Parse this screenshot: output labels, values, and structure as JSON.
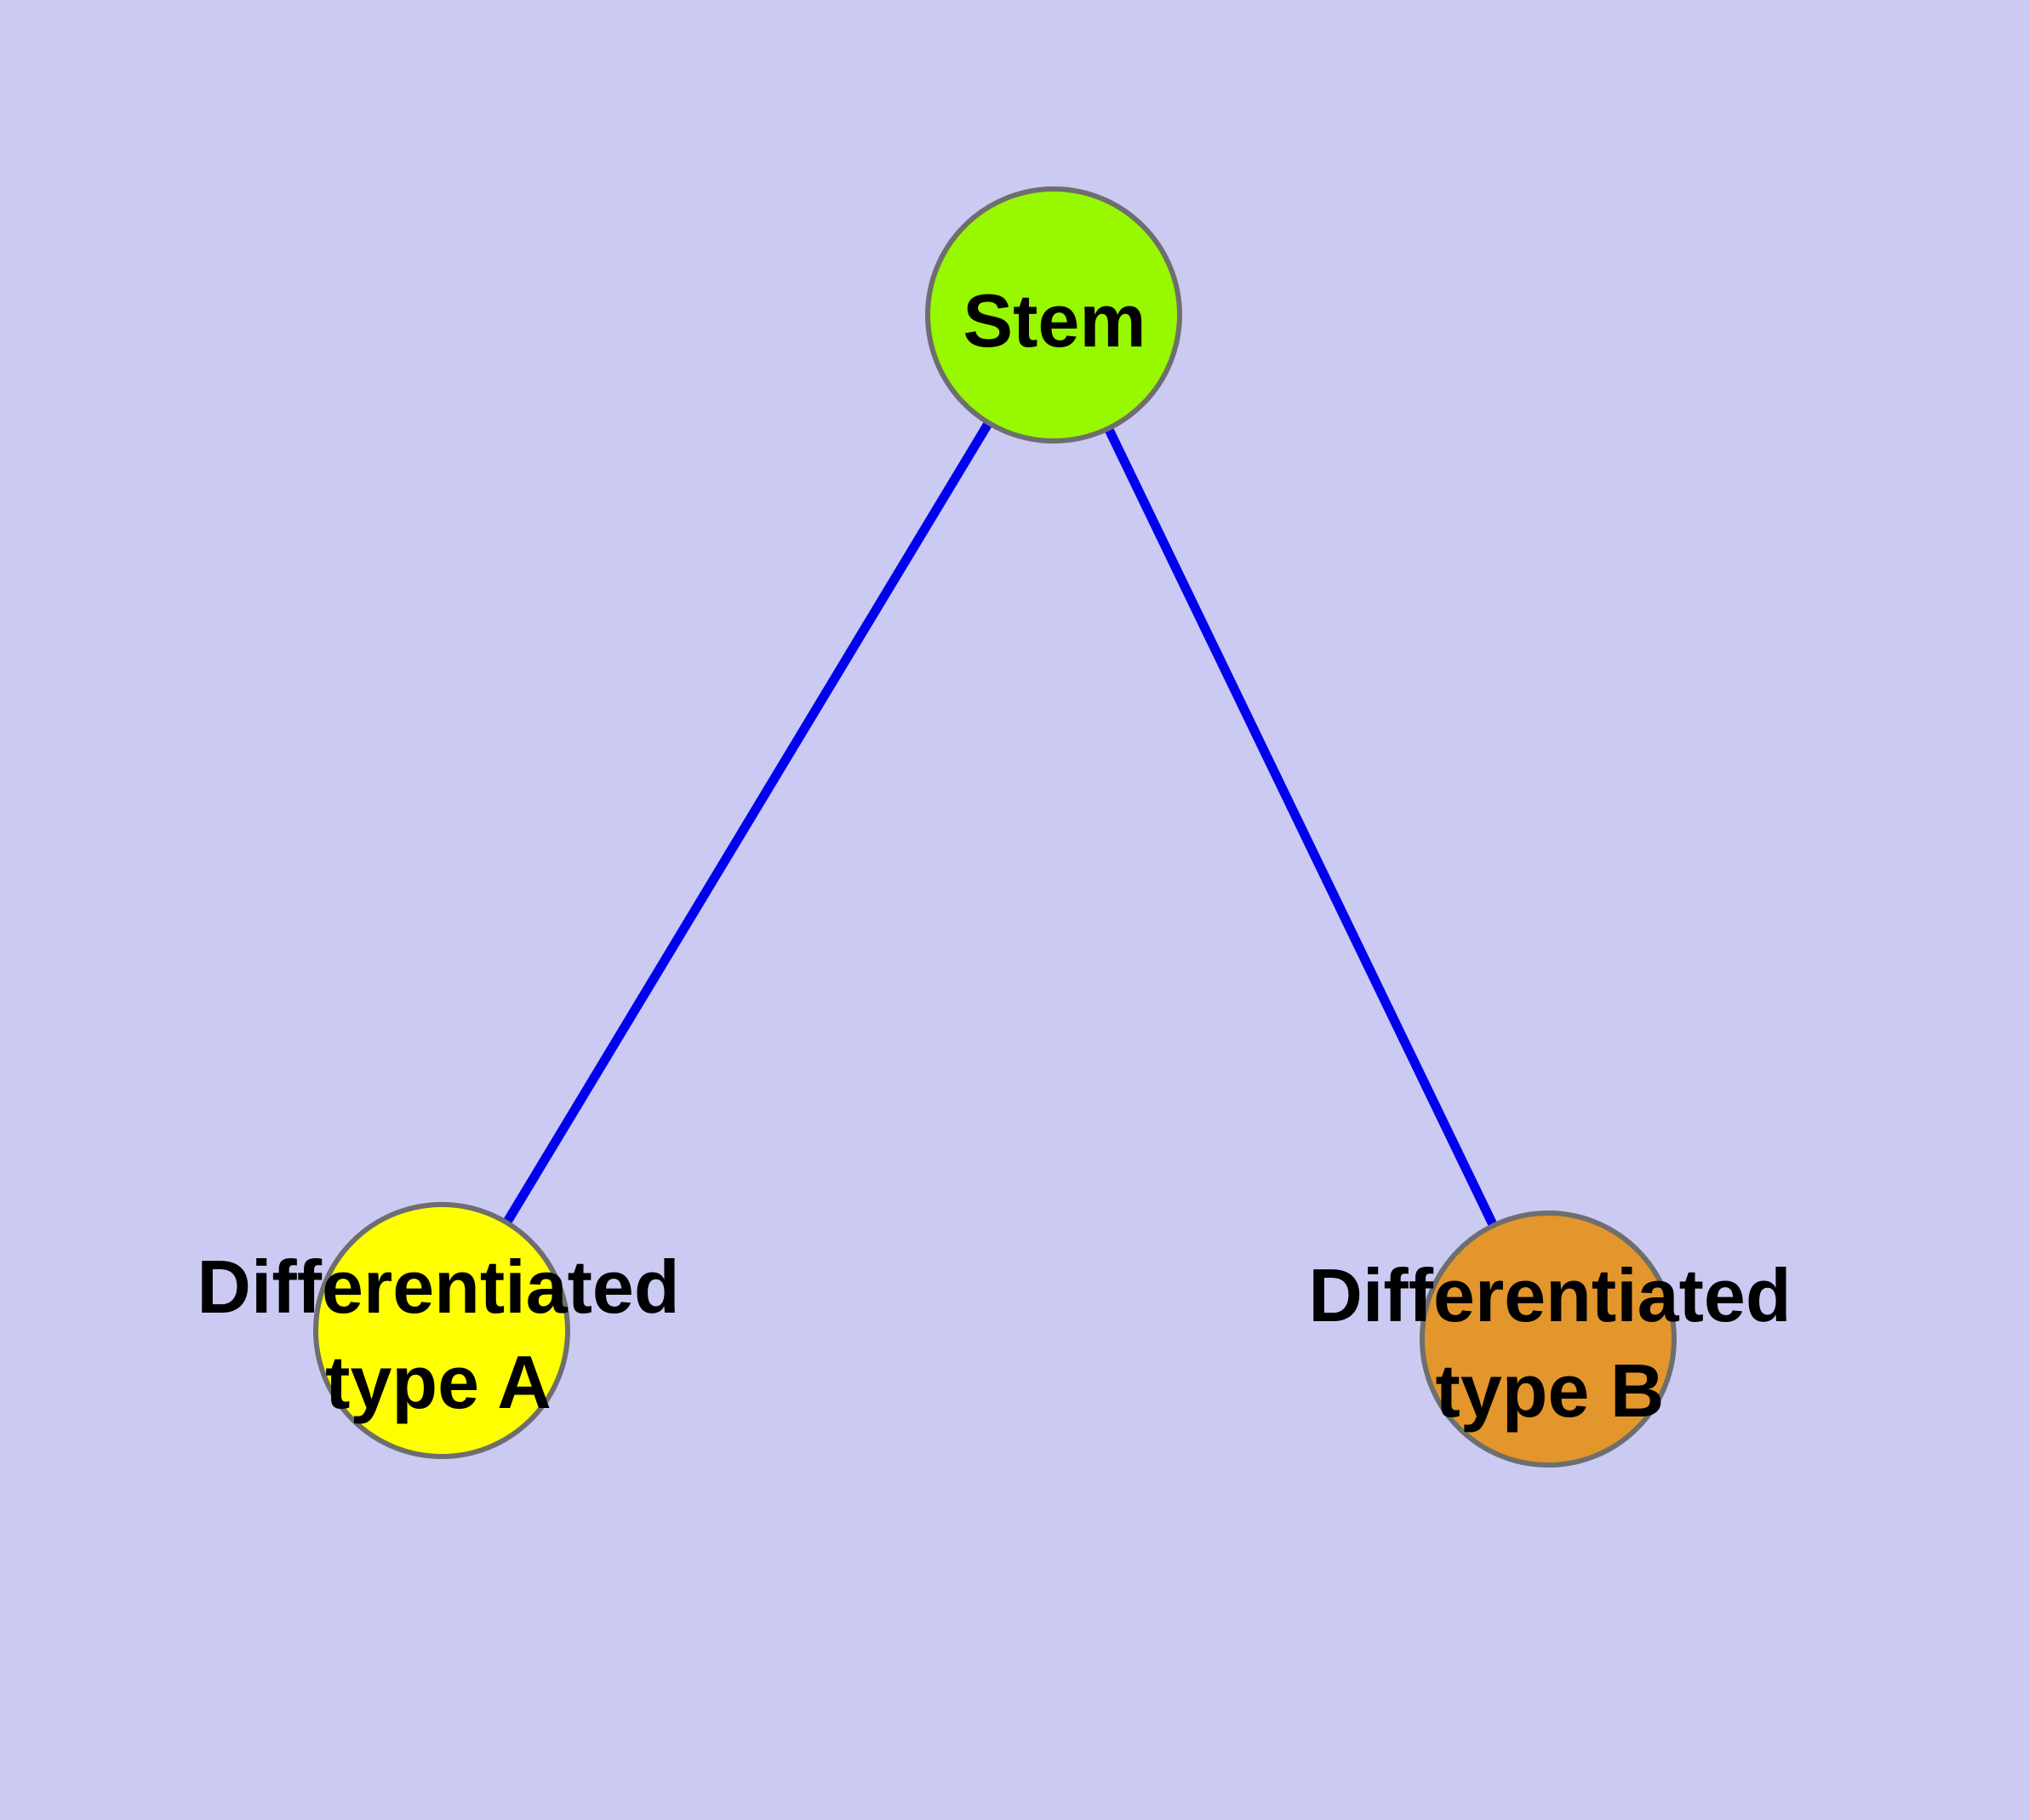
{
  "diagram": {
    "background_color": "#cacaf3",
    "edge_color": "#0000ee",
    "node_border_color": "#6e6e6e",
    "text_color": "#000000",
    "nodes": {
      "stem": {
        "label": "Stem",
        "fill": "#97f800"
      },
      "type_a": {
        "label_line1": "Differentiated",
        "label_line2": "type A",
        "fill": "#ffff00"
      },
      "type_b": {
        "label_line1": "Differentiated",
        "label_line2": "type B",
        "fill": "#e3962b"
      }
    },
    "edges": [
      {
        "from": "Stem",
        "to": "Differentiated type A"
      },
      {
        "from": "Stem",
        "to": "Differentiated type B"
      }
    ]
  }
}
